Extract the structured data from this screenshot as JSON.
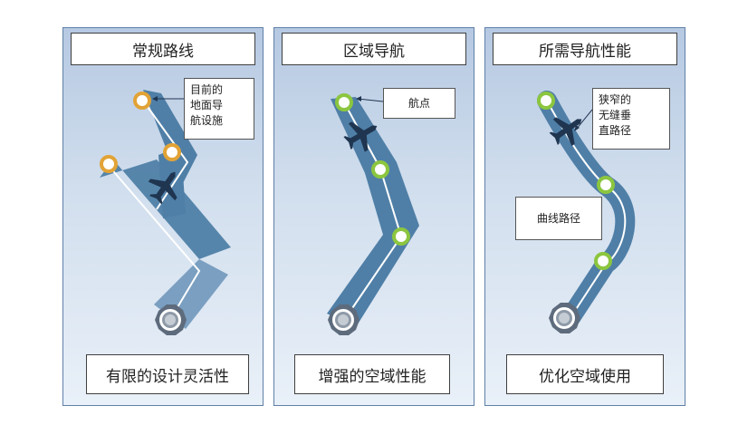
{
  "panels": [
    {
      "title": "常规路线",
      "caption": "有限的设计灵活性",
      "callout": "目前的\n地面导\n航设施"
    },
    {
      "title": "区域导航",
      "caption": "增强的空域性能",
      "callout": "航点"
    },
    {
      "title": "所需导航性能",
      "caption": "优化空域使用",
      "callout_top": "狭窄的\n无缝垂\n直路径",
      "callout_mid": "曲线路径"
    }
  ],
  "colors": {
    "corridor": "#4f7fa7",
    "route_line": "#ffffff",
    "ground_aid": "#e2a336",
    "waypoint": "#8cc63f",
    "aircraft": "#1f3550",
    "panel_border": "#5f80a8"
  },
  "icons": [
    "aircraft-icon",
    "ground-aid-icon",
    "waypoint-icon",
    "airport-icon"
  ]
}
